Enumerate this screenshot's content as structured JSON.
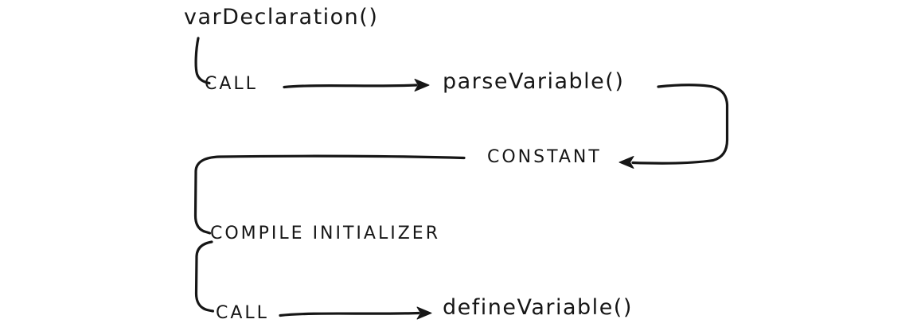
{
  "page": {
    "background": "#ffffff",
    "ink_color": "#161616"
  },
  "diagram": {
    "root_function": "varDeclaration()",
    "steps": [
      {
        "op": "CALL",
        "target": "parseVariable()"
      },
      {
        "op": "CONSTANT"
      },
      {
        "op": "COMPILE INITIALIZER"
      },
      {
        "op": "CALL",
        "target": "defineVariable()"
      }
    ]
  }
}
